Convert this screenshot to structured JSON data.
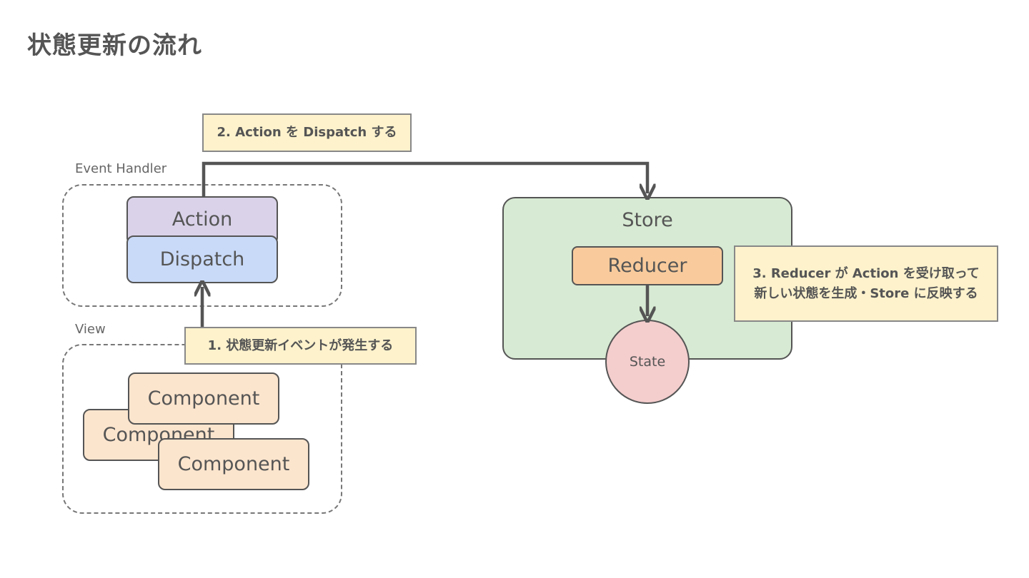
{
  "title": "状態更新の流れ",
  "groups": {
    "event_handler": "Event Handler",
    "view": "View"
  },
  "nodes": {
    "action": "Action",
    "dispatch": "Dispatch",
    "store": "Store",
    "reducer": "Reducer",
    "state": "State",
    "components": [
      "Component",
      "Component",
      "Component"
    ]
  },
  "notes": {
    "step1": "1. 状態更新イベントが発生する",
    "step2": "2. Action を Dispatch する",
    "step3_line1": "3. Reducer が Action を受け取って",
    "step3_line2": "新しい状態を生成・Store に反映する"
  },
  "colors": {
    "action": "#d9d2e9",
    "dispatch": "#c9daf8",
    "component": "#fce5cd",
    "store": "#d7ead3",
    "reducer": "#f9cb9c",
    "state": "#f4cdcd",
    "note": "#fdf2cc",
    "line": "#555555"
  }
}
